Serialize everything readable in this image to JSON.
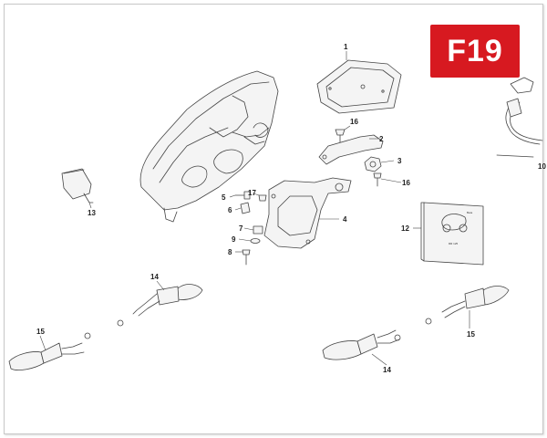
{
  "badge": {
    "text": "F19",
    "color": "#d71920"
  },
  "callouts": [
    {
      "id": "c1",
      "text": "1"
    },
    {
      "id": "c2",
      "text": "2"
    },
    {
      "id": "c3",
      "text": "3"
    },
    {
      "id": "c4",
      "text": "4"
    },
    {
      "id": "c5",
      "text": "5"
    },
    {
      "id": "c6",
      "text": "6"
    },
    {
      "id": "c7",
      "text": "7"
    },
    {
      "id": "c8",
      "text": "8"
    },
    {
      "id": "c9",
      "text": "9"
    },
    {
      "id": "c10",
      "text": "10"
    },
    {
      "id": "c12",
      "text": "12"
    },
    {
      "id": "c13",
      "text": "13"
    },
    {
      "id": "c14a",
      "text": "14"
    },
    {
      "id": "c14b",
      "text": "14"
    },
    {
      "id": "c15a",
      "text": "15"
    },
    {
      "id": "c15b",
      "text": "15"
    },
    {
      "id": "c16a",
      "text": "16"
    },
    {
      "id": "c16b",
      "text": "16"
    },
    {
      "id": "c17",
      "text": "17"
    }
  ],
  "manual": {
    "brand": "Beta",
    "caption": "RR 125"
  }
}
